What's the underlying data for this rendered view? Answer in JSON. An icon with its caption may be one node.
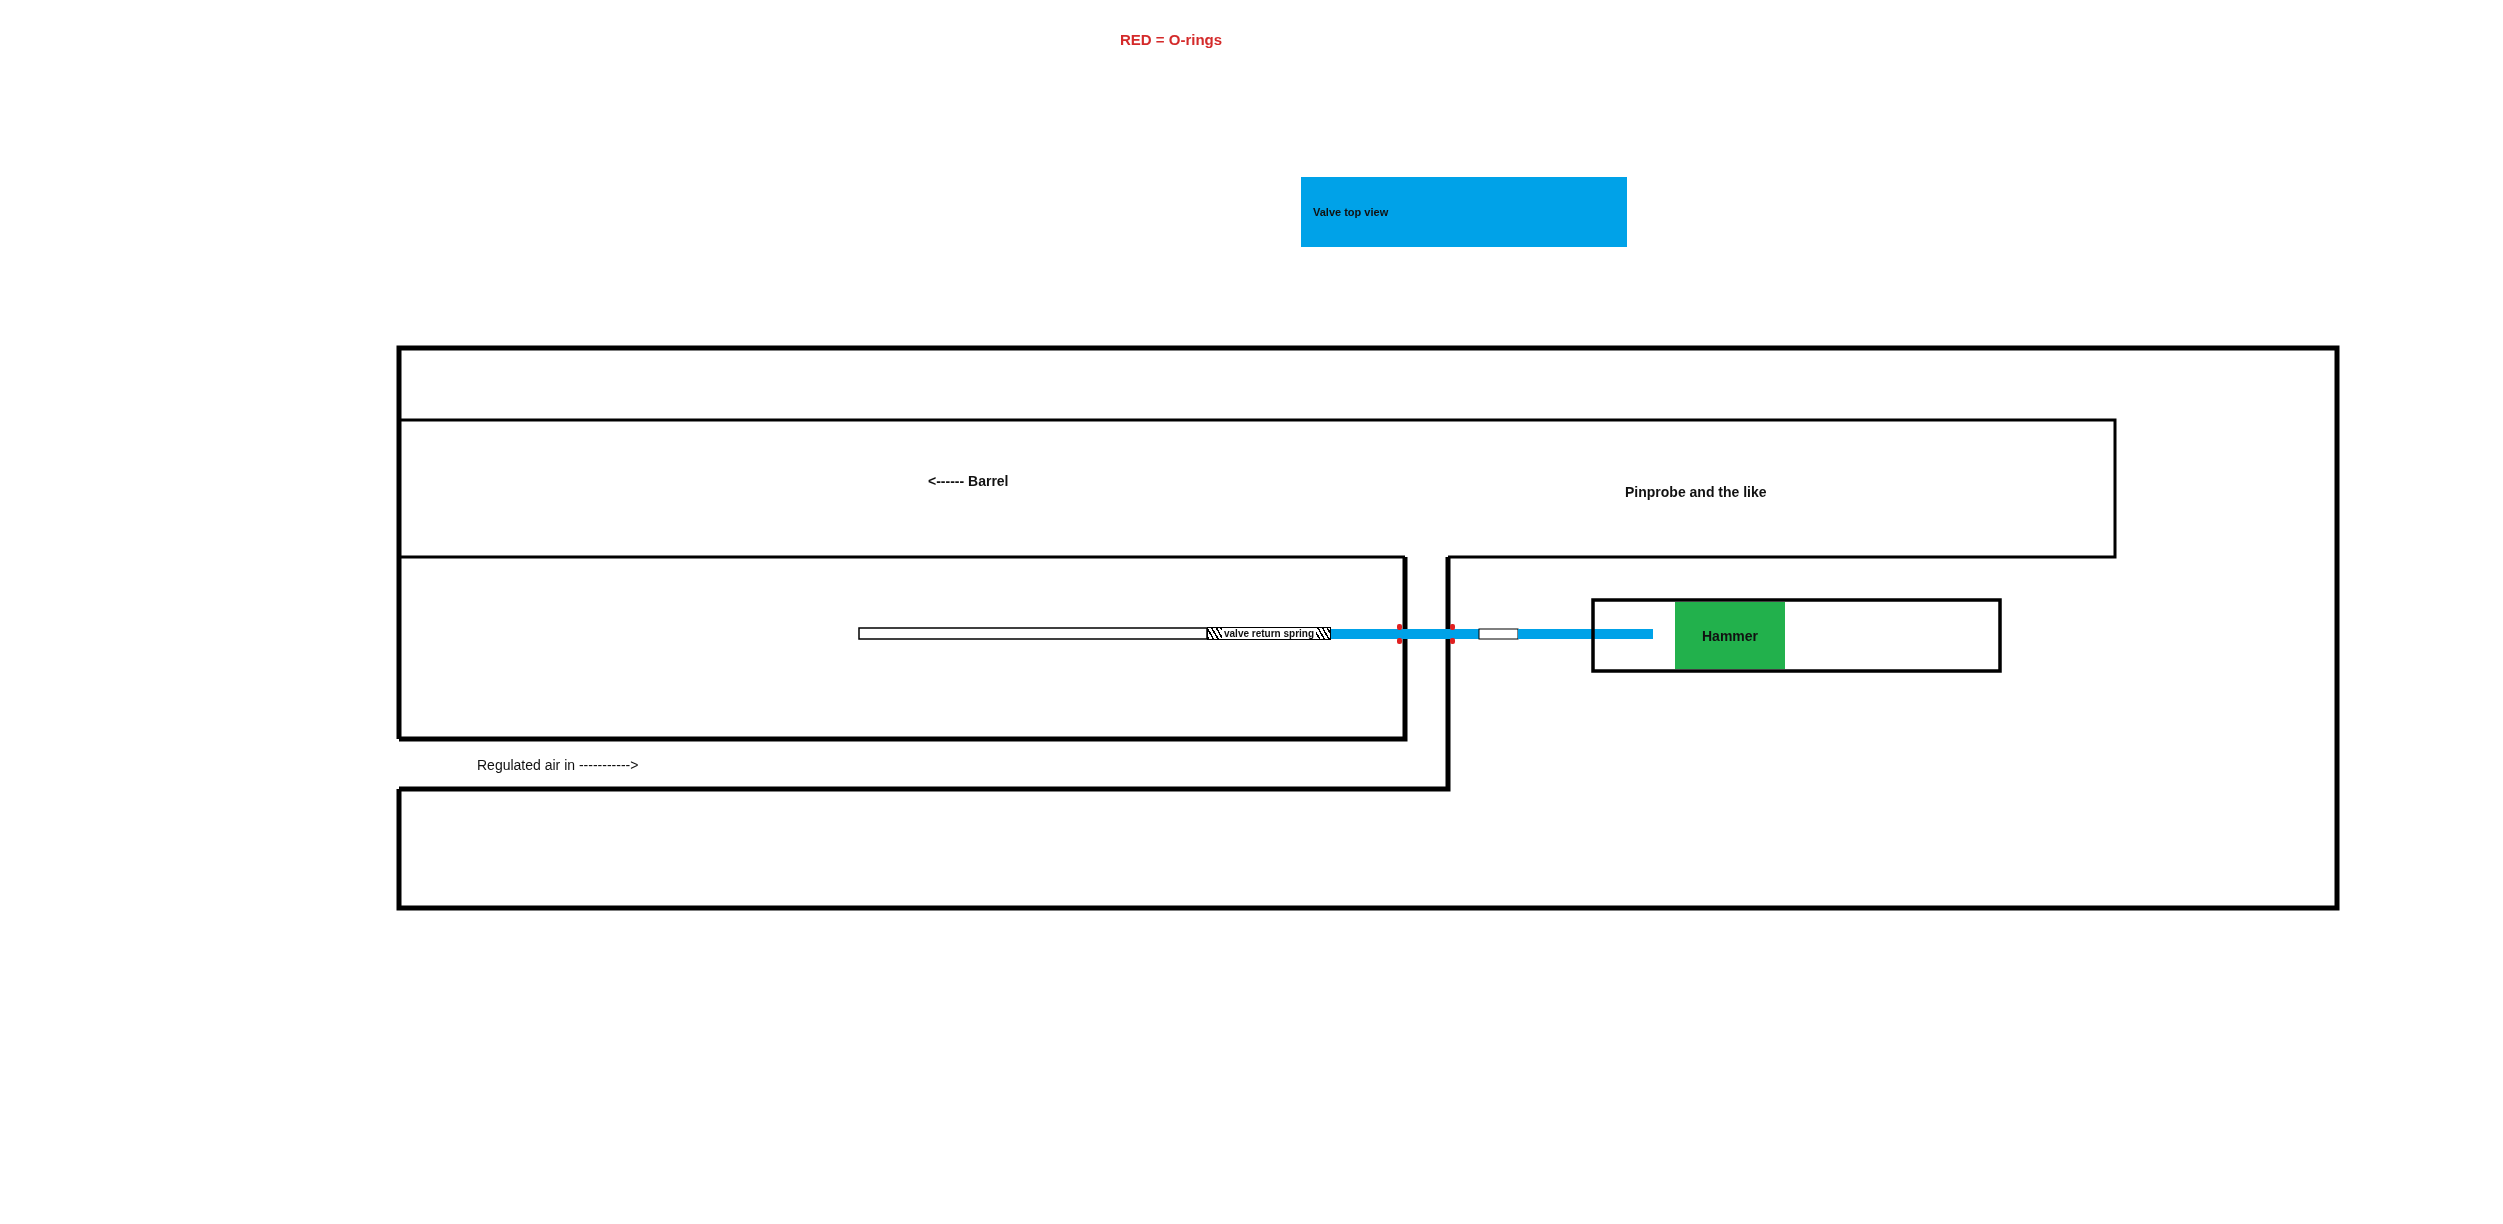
{
  "diagram": {
    "nodes": [
      {
        "text": [
          "Valve top view"
        ]
      },
      {
        "text": [
          "valve return spring"
        ]
      },
      {
        "text": [
          "Hammer"
        ]
      }
    ],
    "labels": [
      "RED = O-rings",
      "<------ Barrel",
      "Pinprobe and the like",
      "Regulated air in ----------->"
    ]
  }
}
